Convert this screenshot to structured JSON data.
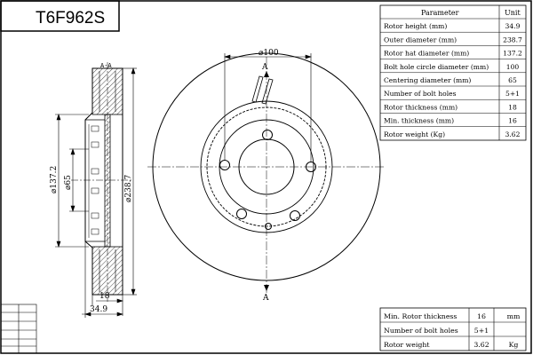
{
  "title_block": {
    "part_number": "T6F962S"
  },
  "spec_table": {
    "header_param": "Parameter",
    "header_unit": "Unit",
    "rows": [
      {
        "param": "Rotor height (mm)",
        "value": "34.9"
      },
      {
        "param": "Outer diameter (mm)",
        "value": "238.7"
      },
      {
        "param": "Rotor hat diameter (mm)",
        "value": "137.2"
      },
      {
        "param": "Bolt hole circle diameter (mm)",
        "value": "100"
      },
      {
        "param": "Centering diameter (mm)",
        "value": "65"
      },
      {
        "param": "Number of bolt holes",
        "value": "5+1"
      },
      {
        "param": "Rotor thickness (mm)",
        "value": "18"
      },
      {
        "param": "Min. thickness (mm)",
        "value": "16"
      },
      {
        "param": "Rotor weight (Kg)",
        "value": "3.62"
      }
    ]
  },
  "summary_table": {
    "rows": [
      {
        "label": "Min. Rotor thickness",
        "value": "16",
        "unit": "mm"
      },
      {
        "label": "Number of bolt holes",
        "value": "5+1",
        "unit": ""
      },
      {
        "label": "Rotor weight",
        "value": "3.62",
        "unit": "Kg"
      }
    ]
  },
  "section_view": {
    "section_label": "A-A",
    "dim_hat": "⌀137.2",
    "dim_center": "⌀65",
    "dim_outer": "⌀238.7",
    "dim_thickness": "18",
    "dim_height": "34.9"
  },
  "front_view": {
    "dim_bolt_circle": "⌀100",
    "cut_label_top": "A",
    "cut_label_bottom": "A"
  }
}
